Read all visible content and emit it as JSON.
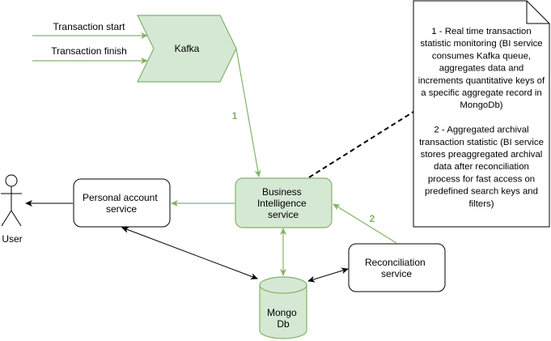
{
  "colors": {
    "green_fill": "#d5e8d4",
    "green_stroke": "#82b366",
    "black": "#000000",
    "white": "#ffffff"
  },
  "labels": {
    "transaction_start": "Transaction start",
    "transaction_finish": "Transaction finish",
    "kafka": "Kafka",
    "step_1": "1",
    "step_2": "2",
    "user": "User",
    "mongo_line1": "Mongo",
    "mongo_line2": "Db"
  },
  "boxes": {
    "personal_account": [
      "Personal account",
      "service"
    ],
    "business_intelligence": [
      "Business",
      "Intelligence",
      "service"
    ],
    "reconciliation": [
      "Reconciliation",
      "service"
    ]
  },
  "note": {
    "lines": [
      "1 - Real time transaction",
      "statistic monitoring (BI service",
      "consumes Kafka queue,",
      "aggregates data and",
      "increments quantitative keys of",
      "a specific aggregate record in",
      "MongoDb)",
      "",
      "2 - Aggregated archival",
      "transaction statistic (BI service",
      "stores preaggregated archival",
      "data after reconciliation",
      "process for fast access on",
      "predefined search keys and",
      "filters)"
    ]
  }
}
